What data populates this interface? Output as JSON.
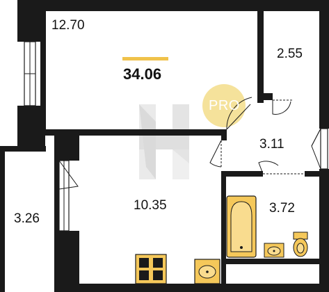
{
  "total_area": "34.06",
  "rooms": [
    {
      "id": "room-living",
      "label": "12.70"
    },
    {
      "id": "room-storage",
      "label": "2.55"
    },
    {
      "id": "room-hall",
      "label": "3.11"
    },
    {
      "id": "room-kitchen",
      "label": "10.35"
    },
    {
      "id": "room-bathroom",
      "label": "3.72"
    },
    {
      "id": "room-balcony",
      "label": "3.26"
    }
  ],
  "watermark": {
    "text": "PRO",
    "letter_logo": "H"
  },
  "colors": {
    "wall": "#1a1a1a",
    "accent": "#f0c24a",
    "fixture_fill": "#f5c85a",
    "pro_circle": "#f3dd8a",
    "logo": "#d0d0d0"
  },
  "icons": [
    "stove-icon",
    "sink-icon",
    "bathtub-icon",
    "washbasin-icon",
    "toilet-icon"
  ]
}
